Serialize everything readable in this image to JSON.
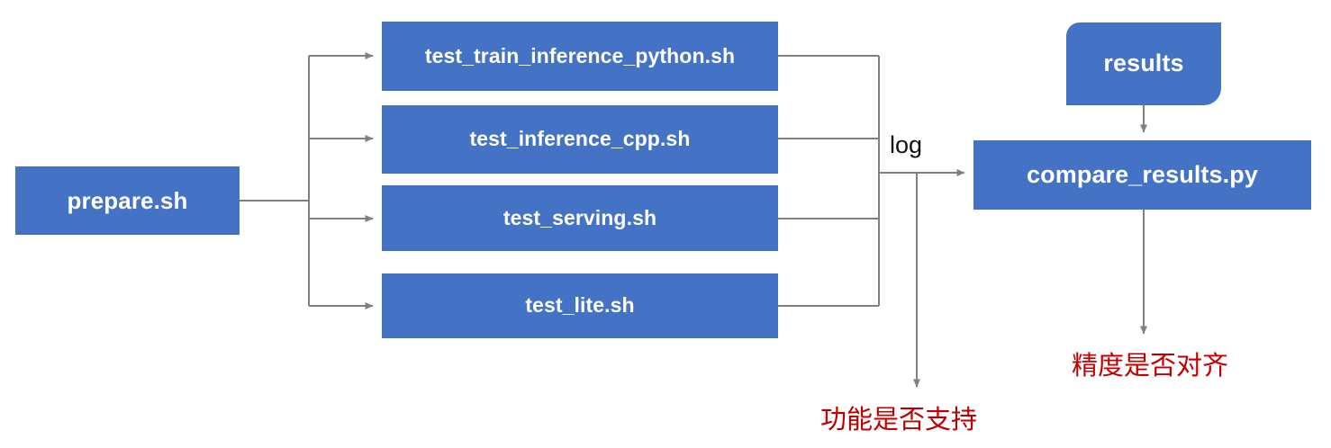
{
  "diagram": {
    "title": "PaddlePaddle TIPC test pipeline flowchart",
    "colors": {
      "node_fill": "#4472C4",
      "node_text": "#FFFFFF",
      "connector": "#808080",
      "annotation_red": "#C00000",
      "edge_label_text": "#111111",
      "background": "#FFFFFF"
    },
    "nodes": {
      "prepare": {
        "label": "prepare.sh",
        "shape": "rectangle"
      },
      "results": {
        "label": "results",
        "shape": "rounded-corner-rectangle"
      },
      "compare": {
        "label": "compare_results.py",
        "shape": "rectangle"
      },
      "tests": [
        {
          "label": "test_train_inference_python.sh",
          "shape": "rectangle"
        },
        {
          "label": "test_inference_cpp.sh",
          "shape": "rectangle"
        },
        {
          "label": "test_serving.sh",
          "shape": "rectangle"
        },
        {
          "label": "test_lite.sh",
          "shape": "rectangle"
        }
      ]
    },
    "edge_labels": {
      "log": "log"
    },
    "annotations": {
      "feature_support": "功能是否支持",
      "accuracy_aligned": "精度是否对齐"
    },
    "edges": [
      {
        "from": "prepare.sh",
        "to": "test_train_inference_python.sh",
        "arrow": true
      },
      {
        "from": "prepare.sh",
        "to": "test_inference_cpp.sh",
        "arrow": true
      },
      {
        "from": "prepare.sh",
        "to": "test_serving.sh",
        "arrow": true
      },
      {
        "from": "prepare.sh",
        "to": "test_lite.sh",
        "arrow": true
      },
      {
        "from": "test_train_inference_python.sh",
        "to": "log-bus",
        "arrow": false
      },
      {
        "from": "test_inference_cpp.sh",
        "to": "log-bus",
        "arrow": false
      },
      {
        "from": "test_serving.sh",
        "to": "log-bus",
        "arrow": false
      },
      {
        "from": "test_lite.sh",
        "to": "log-bus",
        "arrow": false
      },
      {
        "from": "log-bus",
        "to": "compare_results.py",
        "label": "log",
        "arrow": true
      },
      {
        "from": "log-bus",
        "to": "功能是否支持",
        "arrow": true
      },
      {
        "from": "results",
        "to": "compare_results.py",
        "arrow": true
      },
      {
        "from": "compare_results.py",
        "to": "精度是否对齐",
        "arrow": true
      }
    ]
  }
}
